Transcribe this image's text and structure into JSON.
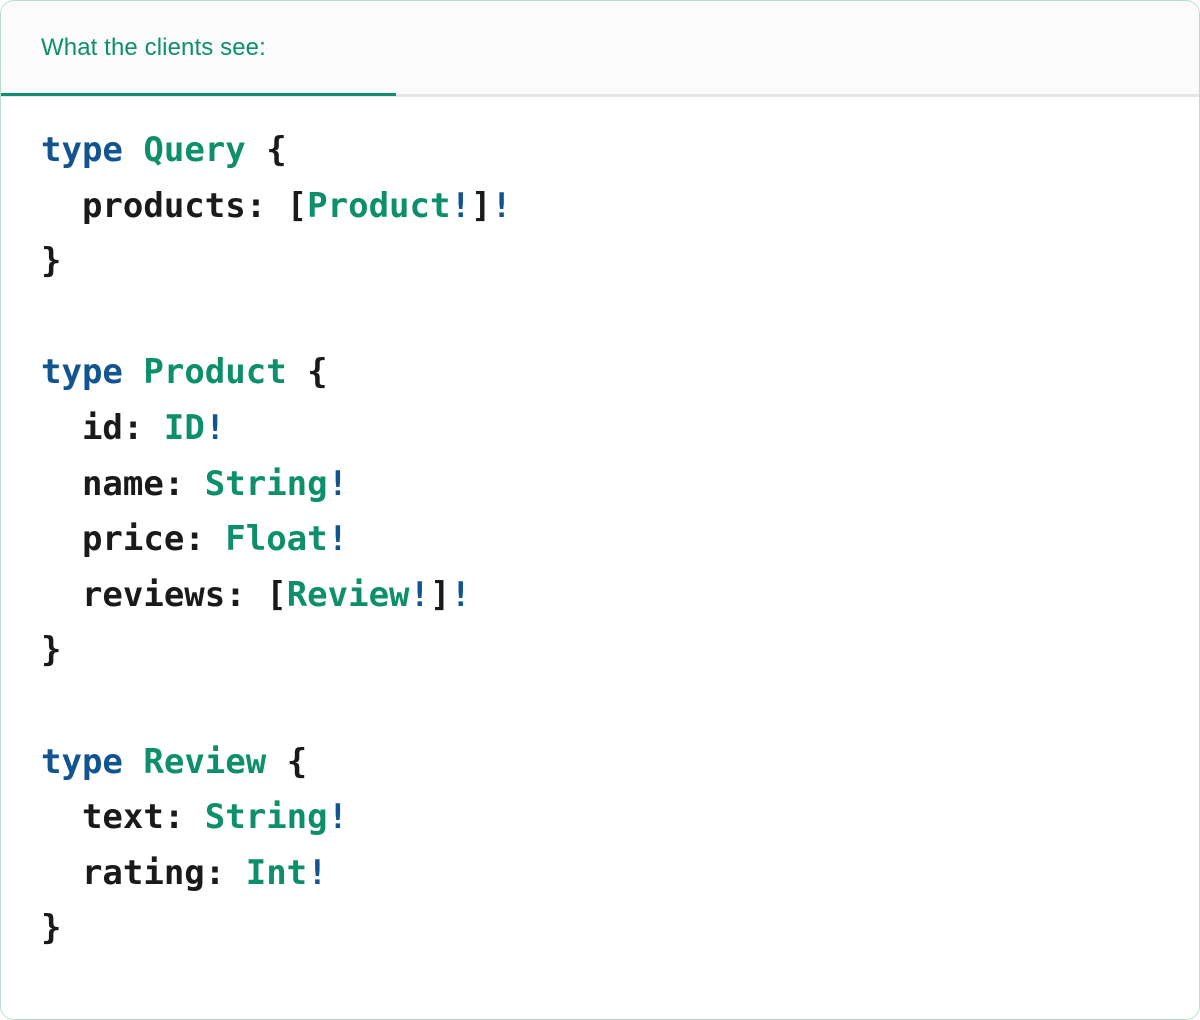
{
  "panel": {
    "border_color": "#b9ddc9",
    "background": "#ffffff"
  },
  "header": {
    "tab_label": "What the clients see:",
    "tab_active": true,
    "active_underline_color": "#0f9070",
    "inactive_underline_color": "#e6e6e6",
    "background": "#fbfbfb",
    "label_color": "#0d8f6b"
  },
  "code": {
    "language": "graphql",
    "colors": {
      "keyword": "#12548f",
      "type": "#0d8f6b",
      "punctuation": "#1a1a1a",
      "field": "#1a1a1a",
      "non_null_bang": "#12548f",
      "background": "#ffffff"
    },
    "raw_text": "type Query {\n  products: [Product!]!\n}\n\ntype Product {\n  id: ID!\n  name: String!\n  price: Float!\n  reviews: [Review!]!\n}\n\ntype Review {\n  text: String!\n  rating: Int!\n}",
    "lines": [
      {
        "id": 1,
        "indent": 0,
        "tokens": [
          {
            "t": "type",
            "c": "kw"
          },
          {
            "t": " ",
            "c": "punct"
          },
          {
            "t": "Query",
            "c": "type"
          },
          {
            "t": " ",
            "c": "punct"
          },
          {
            "t": "{",
            "c": "punct"
          }
        ]
      },
      {
        "id": 2,
        "indent": 2,
        "tokens": [
          {
            "t": "products",
            "c": "field"
          },
          {
            "t": ": ",
            "c": "punct"
          },
          {
            "t": "[",
            "c": "punct"
          },
          {
            "t": "Product",
            "c": "type"
          },
          {
            "t": "!",
            "c": "bang"
          },
          {
            "t": "]",
            "c": "punct"
          },
          {
            "t": "!",
            "c": "bang"
          }
        ]
      },
      {
        "id": 3,
        "indent": 0,
        "tokens": [
          {
            "t": "}",
            "c": "punct"
          }
        ]
      },
      {
        "id": 4,
        "indent": 0,
        "tokens": []
      },
      {
        "id": 5,
        "indent": 0,
        "tokens": [
          {
            "t": "type",
            "c": "kw"
          },
          {
            "t": " ",
            "c": "punct"
          },
          {
            "t": "Product",
            "c": "type"
          },
          {
            "t": " ",
            "c": "punct"
          },
          {
            "t": "{",
            "c": "punct"
          }
        ]
      },
      {
        "id": 6,
        "indent": 2,
        "tokens": [
          {
            "t": "id",
            "c": "field"
          },
          {
            "t": ": ",
            "c": "punct"
          },
          {
            "t": "ID",
            "c": "type"
          },
          {
            "t": "!",
            "c": "bang"
          }
        ]
      },
      {
        "id": 7,
        "indent": 2,
        "tokens": [
          {
            "t": "name",
            "c": "field"
          },
          {
            "t": ": ",
            "c": "punct"
          },
          {
            "t": "String",
            "c": "type"
          },
          {
            "t": "!",
            "c": "bang"
          }
        ]
      },
      {
        "id": 8,
        "indent": 2,
        "tokens": [
          {
            "t": "price",
            "c": "field"
          },
          {
            "t": ": ",
            "c": "punct"
          },
          {
            "t": "Float",
            "c": "type"
          },
          {
            "t": "!",
            "c": "bang"
          }
        ]
      },
      {
        "id": 9,
        "indent": 2,
        "tokens": [
          {
            "t": "reviews",
            "c": "field"
          },
          {
            "t": ": ",
            "c": "punct"
          },
          {
            "t": "[",
            "c": "punct"
          },
          {
            "t": "Review",
            "c": "type"
          },
          {
            "t": "!",
            "c": "bang"
          },
          {
            "t": "]",
            "c": "punct"
          },
          {
            "t": "!",
            "c": "bang"
          }
        ]
      },
      {
        "id": 10,
        "indent": 0,
        "tokens": [
          {
            "t": "}",
            "c": "punct"
          }
        ]
      },
      {
        "id": 11,
        "indent": 0,
        "tokens": []
      },
      {
        "id": 12,
        "indent": 0,
        "tokens": [
          {
            "t": "type",
            "c": "kw"
          },
          {
            "t": " ",
            "c": "punct"
          },
          {
            "t": "Review",
            "c": "type"
          },
          {
            "t": " ",
            "c": "punct"
          },
          {
            "t": "{",
            "c": "punct"
          }
        ]
      },
      {
        "id": 13,
        "indent": 2,
        "tokens": [
          {
            "t": "text",
            "c": "field"
          },
          {
            "t": ": ",
            "c": "punct"
          },
          {
            "t": "String",
            "c": "type"
          },
          {
            "t": "!",
            "c": "bang"
          }
        ]
      },
      {
        "id": 14,
        "indent": 2,
        "tokens": [
          {
            "t": "rating",
            "c": "field"
          },
          {
            "t": ": ",
            "c": "punct"
          },
          {
            "t": "Int",
            "c": "type"
          },
          {
            "t": "!",
            "c": "bang"
          }
        ]
      },
      {
        "id": 15,
        "indent": 0,
        "tokens": [
          {
            "t": "}",
            "c": "punct"
          }
        ]
      }
    ]
  }
}
